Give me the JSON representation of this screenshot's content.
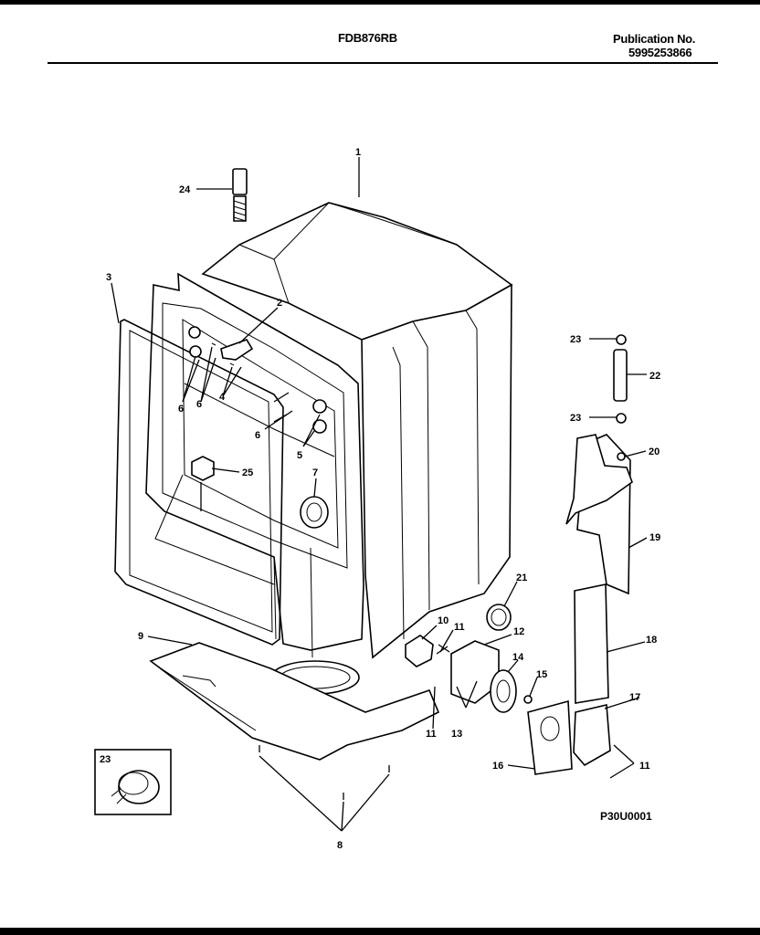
{
  "header": {
    "model": "FDB876RB",
    "publication_label": "Publication No.",
    "publication_number": "5995253866"
  },
  "diagram_code": "P30U0001",
  "callouts": [
    "24",
    "1",
    "3",
    "2",
    "6",
    "6",
    "4",
    "6",
    "5",
    "25",
    "7",
    "23",
    "22",
    "23",
    "20",
    "19",
    "21",
    "10",
    "11",
    "12",
    "14",
    "15",
    "9",
    "11",
    "13",
    "18",
    "17",
    "16",
    "11",
    "23",
    "8"
  ]
}
